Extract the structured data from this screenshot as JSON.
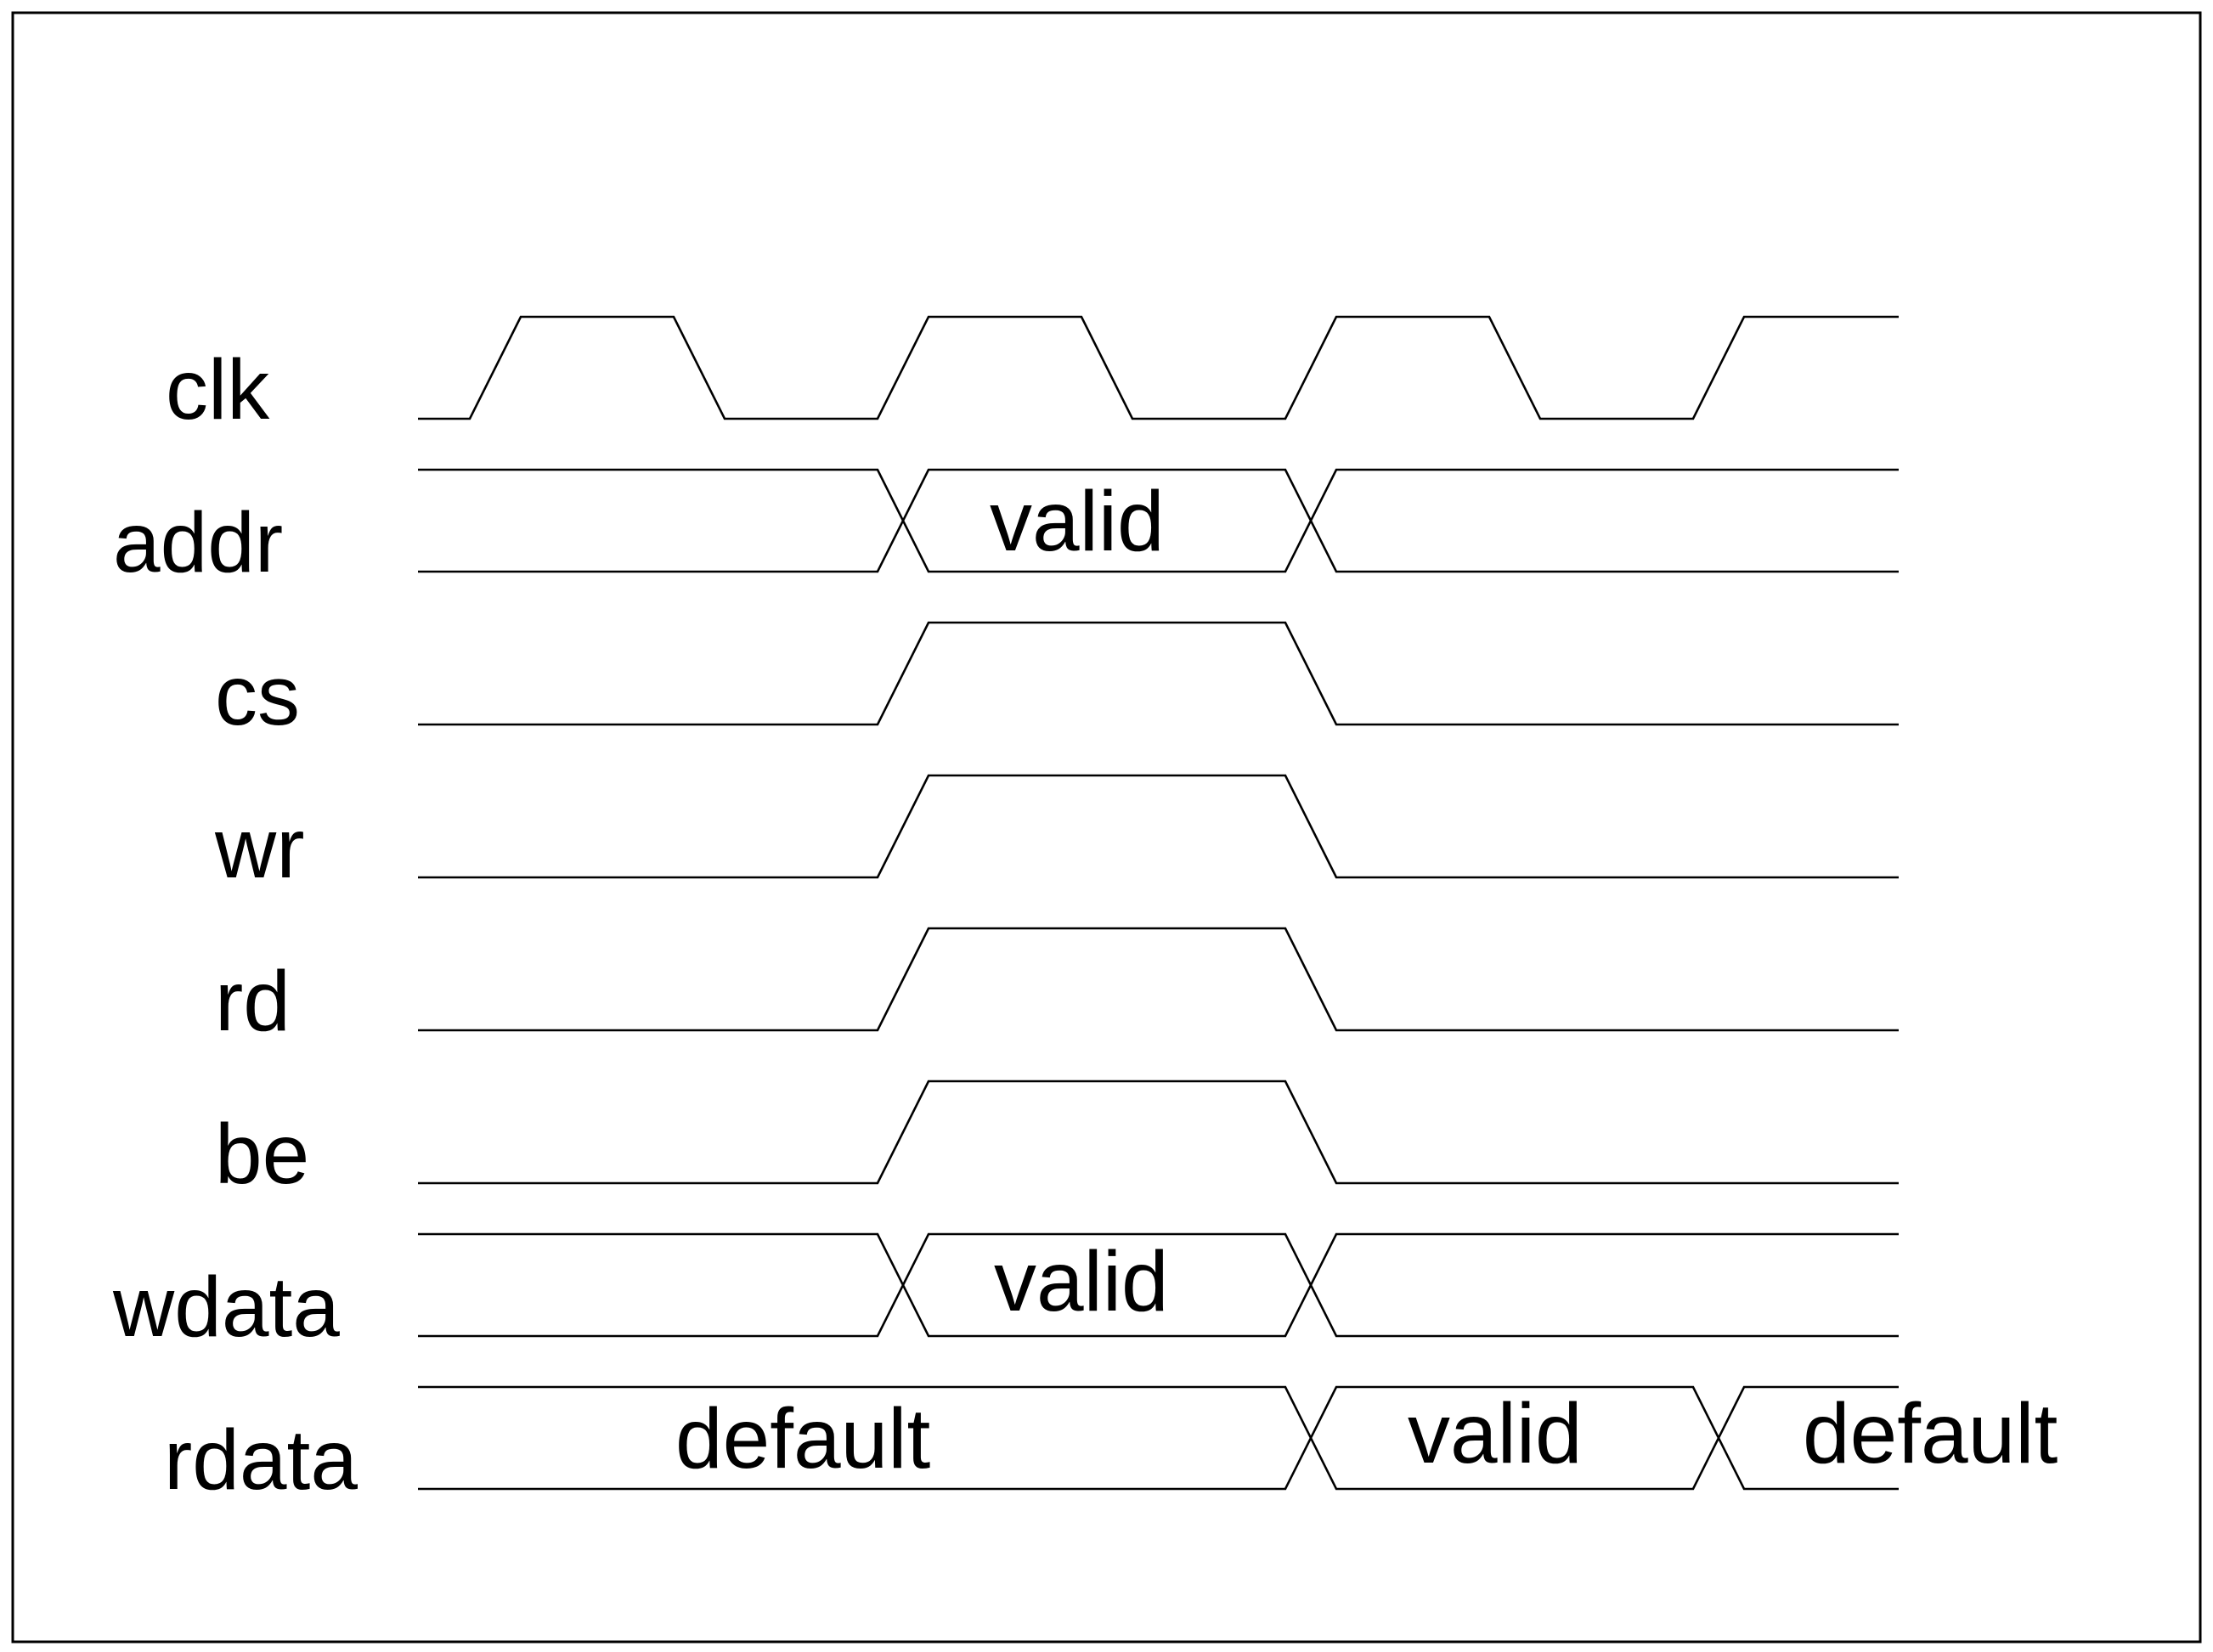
{
  "signals": [
    {
      "name": "clk",
      "kind": "clock"
    },
    {
      "name": "addr",
      "kind": "bus",
      "segments": [
        "",
        "valid",
        ""
      ]
    },
    {
      "name": "cs",
      "kind": "pulse"
    },
    {
      "name": "wr",
      "kind": "pulse"
    },
    {
      "name": "rd",
      "kind": "pulse"
    },
    {
      "name": "be",
      "kind": "pulse"
    },
    {
      "name": "wdata",
      "kind": "bus",
      "segments": [
        "",
        "valid",
        ""
      ]
    },
    {
      "name": "rdata",
      "kind": "bus",
      "segments": [
        "default",
        "valid",
        "default"
      ]
    }
  ]
}
